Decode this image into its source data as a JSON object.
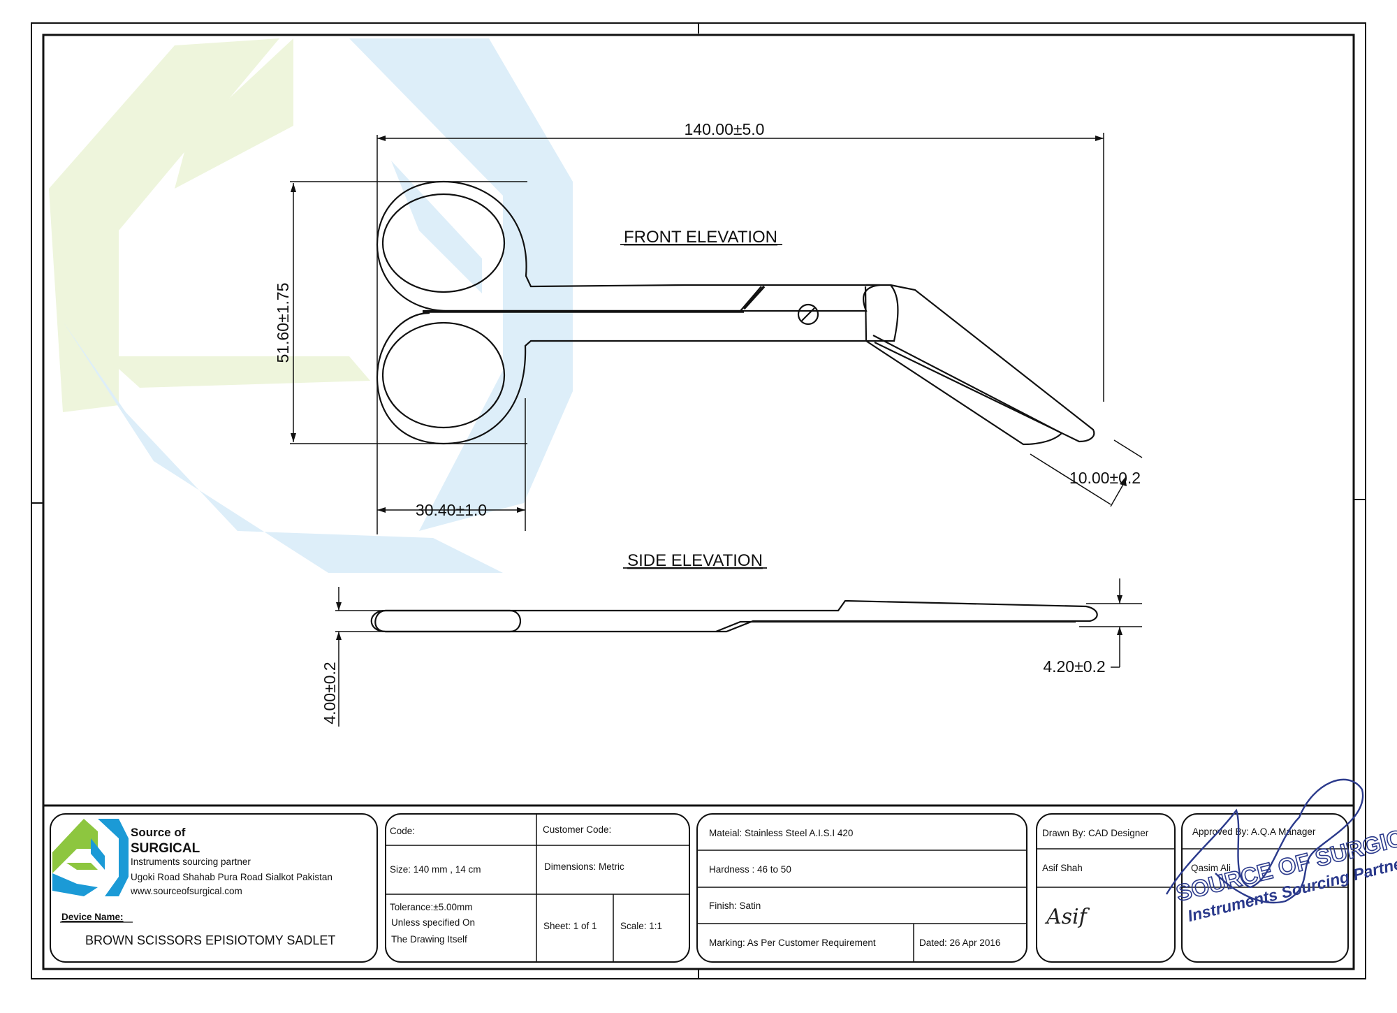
{
  "views": {
    "front_title": "FRONT ELEVATION",
    "side_title": "SIDE ELEVATION"
  },
  "dimensions": {
    "overall_length": "140.00±5.0",
    "ring_height": "51.60±1.75",
    "ring_width": "30.40±1.0",
    "tip_width": "10.00±0.2",
    "handle_thickness": "4.00±0.2",
    "blade_thickness": "4.20±0.2"
  },
  "company": {
    "name_line1": "Source of",
    "name_line2": "SURGICAL",
    "tagline": "Instruments sourcing partner",
    "address": "Ugoki Road Shahab Pura Road Sialkot Pakistan",
    "website": "www.sourceofsurgical.com",
    "device_label": "Device Name:",
    "device_name": "BROWN SCISSORS EPISIOTOMY SADLET"
  },
  "spec": {
    "code": "Code:",
    "customer_code": "Customer Code:",
    "size": "Size:   140 mm , 14 cm",
    "dimensions": "Dimensions: Metric",
    "tolerance_1": "Tolerance:±5.00mm",
    "tolerance_2": "Unless specified On",
    "tolerance_3": "The Drawing Itself",
    "sheet": "Sheet:  1 of 1",
    "scale": "Scale:  1:1"
  },
  "material": {
    "material": "Mateial: Stainless Steel A.I.S.I 420",
    "hardness": "Hardness :    46 to 50",
    "finish": "Finish:        Satin",
    "marking": "Marking: As Per Customer Requirement",
    "dated": "Dated: 26 Apr 2016"
  },
  "drawn": {
    "drawn_by": "Drawn By: CAD Designer",
    "designer": "Asif Shah",
    "signature": "Asif"
  },
  "approval": {
    "approved_by": "Approved By: A.Q.A Manager",
    "manager": "Qasim Ali",
    "stamp_line1": "SOURCE OF SURGICAL",
    "stamp_line2": "Instruments Sourcing Partner"
  },
  "colors": {
    "logo_green": "#8dc63f",
    "logo_blue": "#1b9ad6",
    "watermark_green": "#eaf3d6",
    "watermark_blue": "#d7ecf8",
    "stamp_blue": "#2b3a8c"
  }
}
